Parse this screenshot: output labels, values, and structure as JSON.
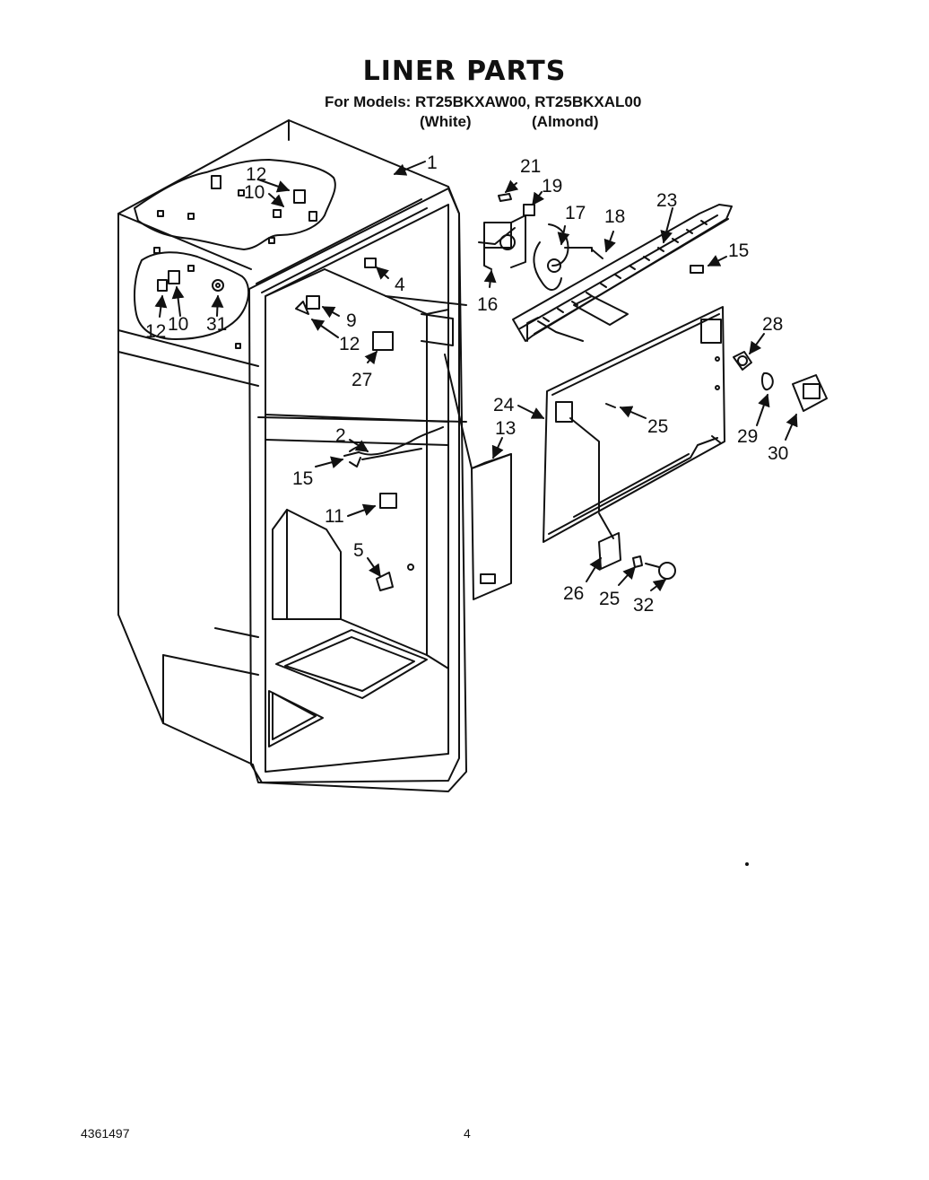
{
  "header": {
    "title": "LINER PARTS",
    "models_line": "For Models: RT25BKXAW00, RT25BKXAL00",
    "variants": [
      "(White)",
      "(Almond)"
    ]
  },
  "part_labels": [
    "1",
    "12",
    "10",
    "12",
    "10",
    "31",
    "4",
    "9",
    "12",
    "27",
    "2",
    "15",
    "11",
    "5",
    "13",
    "21",
    "19",
    "17",
    "18",
    "23",
    "15",
    "16",
    "28",
    "24",
    "25",
    "29",
    "30",
    "26",
    "25",
    "32"
  ],
  "footer": {
    "doc_number": "4361497",
    "page_number": "4"
  }
}
